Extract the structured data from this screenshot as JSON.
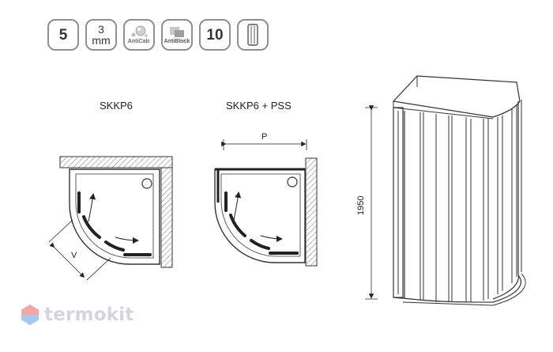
{
  "badges": [
    {
      "id": "glass-thickness",
      "value": "5"
    },
    {
      "id": "glass-mm",
      "value": "3",
      "unit": "mm"
    },
    {
      "id": "anticalc",
      "label": "AntiCalc"
    },
    {
      "id": "antiblock",
      "label": "AntiBlock"
    },
    {
      "id": "warranty",
      "value": "10"
    },
    {
      "id": "profile",
      "icon": "profile-column-icon"
    }
  ],
  "diagram": {
    "left_title": "SKKP6",
    "middle_title": "SKKP6 + PSS",
    "dim_p": "P",
    "dim_v": "V",
    "height": "1950"
  },
  "logo": {
    "text": "termokit",
    "icon": "hexagon-logo-icon"
  },
  "colors": {
    "line": "#333333",
    "badge_border": "#8f8f8f",
    "logo_text": "#d3d6db",
    "logo_top": "#f3a6a6",
    "logo_bottom": "#a9c7ee"
  }
}
